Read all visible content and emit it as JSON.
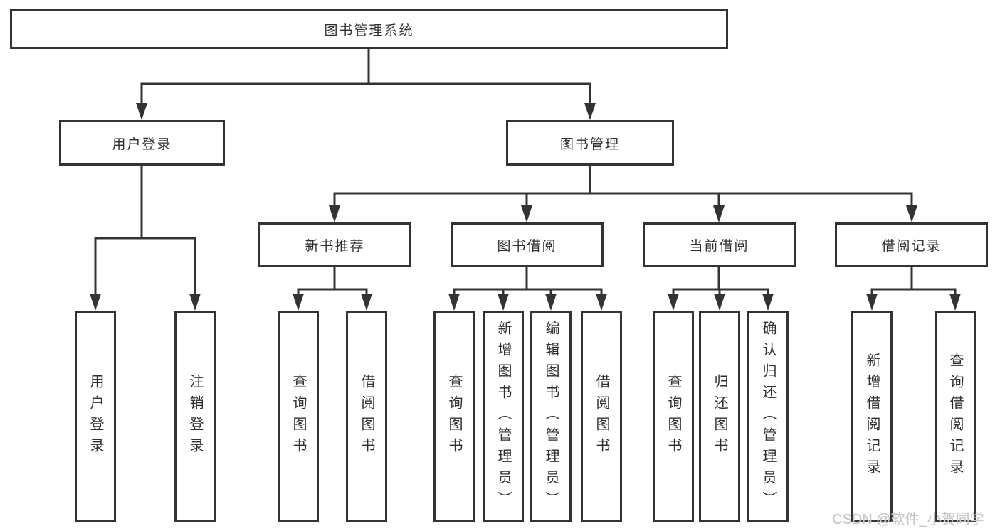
{
  "diagram": {
    "root": {
      "label": "图书管理系统"
    },
    "level2": [
      {
        "label": "用户登录"
      },
      {
        "label": "图书管理"
      }
    ],
    "level3": [
      {
        "label": "新书推荐"
      },
      {
        "label": "图书借阅"
      },
      {
        "label": "当前借阅"
      },
      {
        "label": "借阅记录"
      }
    ],
    "leaves": {
      "user_login": [
        "用户登录",
        "注销登录"
      ],
      "new_book": [
        "查询图书",
        "借阅图书"
      ],
      "book_borrow": [
        "查询图书",
        "新增图书（管理员）",
        "编辑图书（管理员）",
        "借阅图书"
      ],
      "current_borrow": [
        "查询图书",
        "归还图书",
        "确认归还（管理员）"
      ],
      "borrow_record": [
        "新增借阅记录",
        "查询借阅记录"
      ]
    },
    "watermark": "CSDN @软件_小贺同学",
    "colors": {
      "line": "#333333",
      "text": "#2f2f2f",
      "watermark": "#c6c6c6",
      "background": "#ffffff"
    }
  }
}
